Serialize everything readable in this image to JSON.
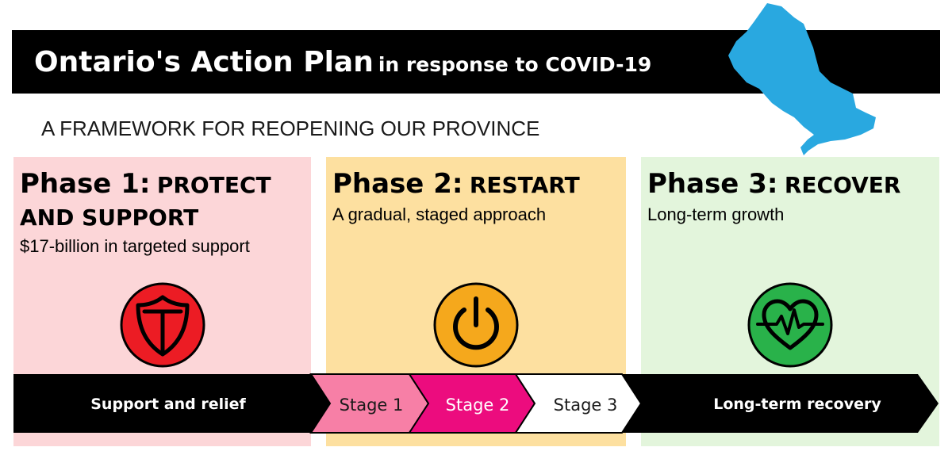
{
  "header": {
    "title_main": "Ontario's Action Plan",
    "title_rest": "in response to COVID-19",
    "subtitle": "A FRAMEWORK FOR REOPENING OUR PROVINCE"
  },
  "phases": [
    {
      "number_label": "Phase 1:",
      "name": "PROTECT AND SUPPORT",
      "description": "$17-billion in targeted support",
      "icon": "shield-icon",
      "panel_color": "#fcd6d8",
      "icon_color": "#ec1c24"
    },
    {
      "number_label": "Phase 2:",
      "name": "RESTART",
      "description": "A gradual, staged approach",
      "icon": "power-icon",
      "panel_color": "#fde0a0",
      "icon_color": "#f5a81c"
    },
    {
      "number_label": "Phase 3:",
      "name": "RECOVER",
      "description": "Long-term growth",
      "icon": "heartbeat-icon",
      "panel_color": "#e3f5dc",
      "icon_color": "#29b24a"
    }
  ],
  "timeline": {
    "support_label": "Support and relief",
    "recovery_label": "Long-term recovery",
    "stages": [
      {
        "label": "Stage 1",
        "color": "#f77fa6",
        "text_color": "#1a1a1a"
      },
      {
        "label": "Stage 2",
        "color": "#ec0c7e",
        "text_color": "#ffffff"
      },
      {
        "label": "Stage 3",
        "color": "#ffffff",
        "text_color": "#1a1a1a"
      }
    ]
  },
  "colors": {
    "title_bar": "#000000",
    "map_blue": "#29a8e0"
  }
}
